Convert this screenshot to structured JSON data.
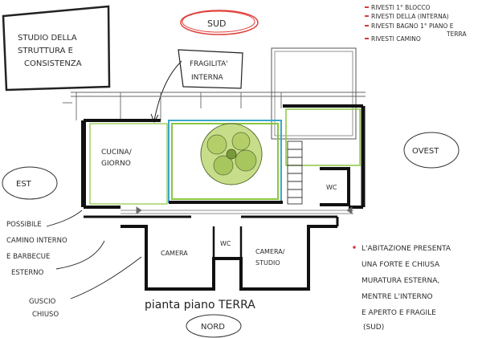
{
  "title_box": {
    "line1": "STUDIO DELLA",
    "line2": "STRUTTURA E",
    "line3": "CONSISTENZA"
  },
  "compass": {
    "sud": "SUD",
    "nord": "NORD",
    "est": "EST",
    "ovest": "OVEST"
  },
  "legend": {
    "items": [
      "RIVESTI 1° BLOCCO",
      "RIVESTI DELLA (INTERNA)",
      "RIVESTI BAGNO 1° PIANO E",
      "TERRA",
      "RIVESTI CAMINO"
    ]
  },
  "callouts": {
    "fragility_line1": "FRAGILITA'",
    "fragility_line2": "INTERNA",
    "fireplace": [
      "POSSIBILE",
      "CAMINO INTERNO",
      "E BARBECUE",
      "ESTERNO"
    ],
    "guscio": [
      "GUSCIO",
      "CHIUSO"
    ],
    "note": [
      "L'ABITAZIONE PRESENTA",
      "UNA FORTE E CHIUSA",
      "MURATURA ESTERNA,",
      "MENTRE L'INTERNO",
      "E APERTO E FRAGILE",
      "(SUD)"
    ]
  },
  "rooms": {
    "cucina_1": "CUCINA/",
    "cucina_2": "GIORNO",
    "camera": "CAMERA",
    "wc_1": "WC",
    "wc_2": "WC",
    "camera_studio_1": "CAMERA/",
    "camera_studio_2": "STUDIO"
  },
  "plan_title": "pianta piano TERRA",
  "colors": {
    "wall": "#111111",
    "red_circle": "#e0403a",
    "green": "#8cc63f",
    "blue": "#3aa8c9",
    "pencil": "#555555"
  }
}
